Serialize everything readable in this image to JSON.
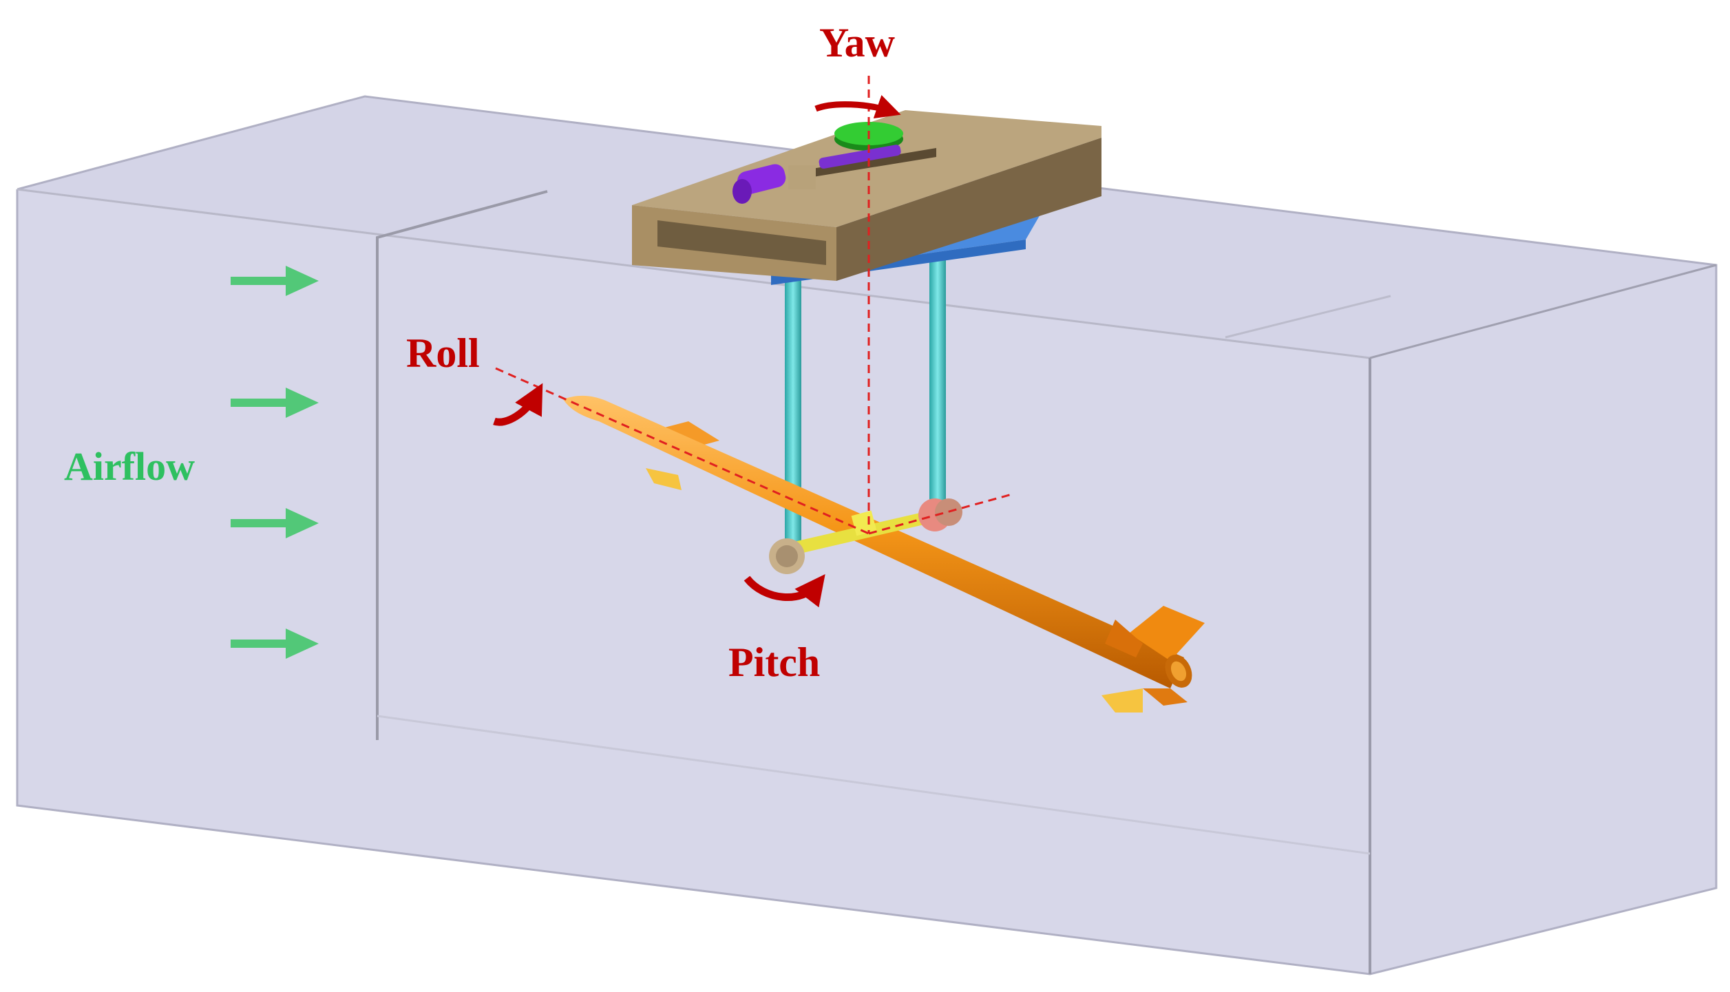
{
  "labels": {
    "yaw": "Yaw",
    "roll": "Roll",
    "pitch": "Pitch",
    "airflow": "Airflow"
  },
  "colors": {
    "tunnel_fill": "#d8d8ea",
    "tunnel_edge": "#a8a8b8",
    "beam": "#b09a72",
    "plate": "#3f7fd6",
    "struts": "#38c8c8",
    "missile_body": "#f08a10",
    "joint": "#e8e040",
    "motor": "#8a2be2",
    "turntable": "#22b422",
    "axis_line": "#e02020",
    "rotation_arrow": "#c00000",
    "airflow_arrow": "#52c878",
    "label_red": "#c00000",
    "label_green": "#2ec060"
  },
  "icons": {
    "airflow": "airflow-arrow-icon",
    "rotation": "rotation-arrow-icon"
  }
}
